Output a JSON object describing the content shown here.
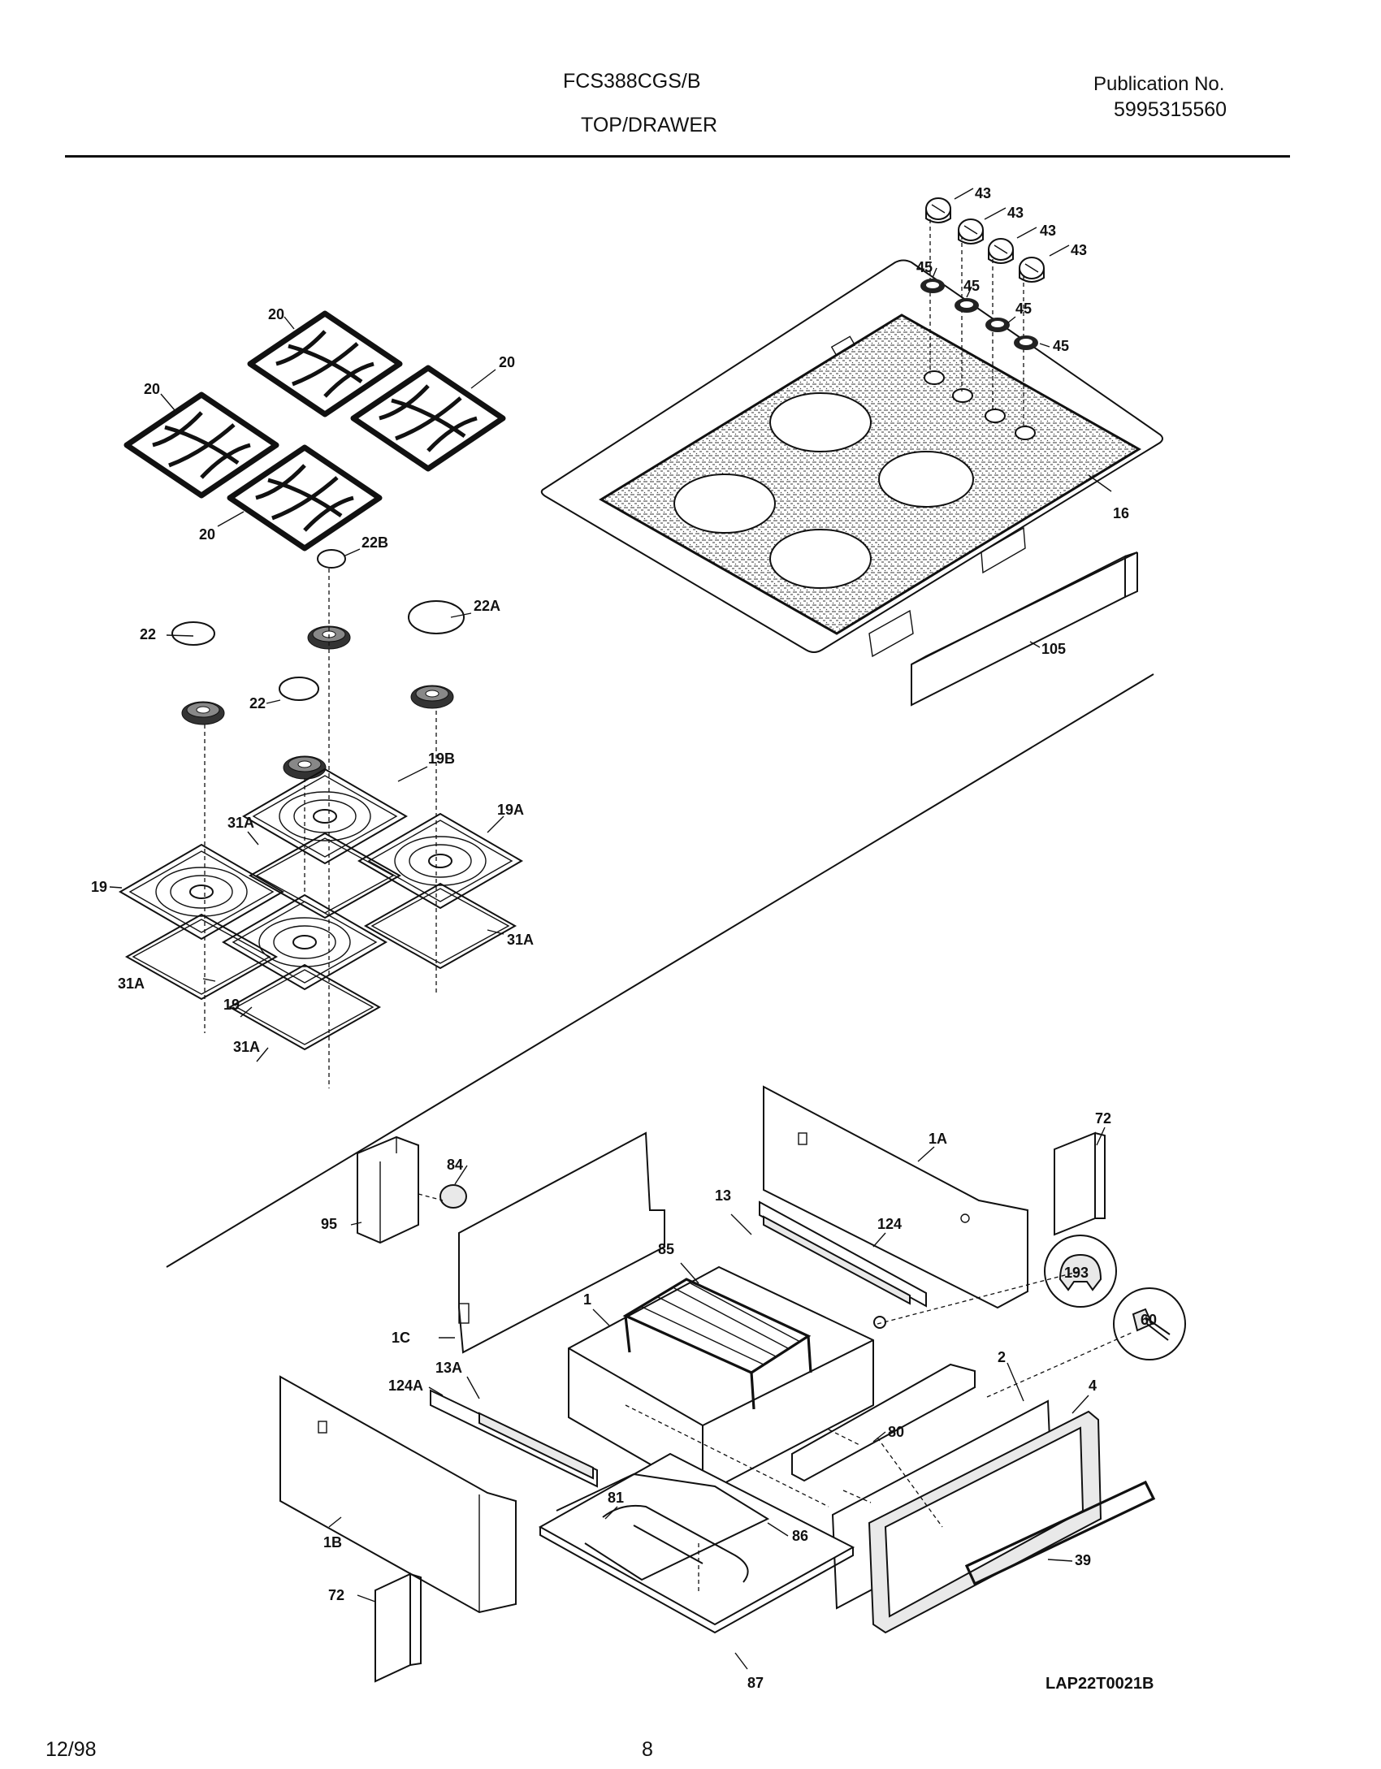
{
  "header": {
    "model": "FCS388CGS/B",
    "section": "TOP/DRAWER",
    "publication_label": "Publication No.",
    "publication_number": "5995315560"
  },
  "footer": {
    "date": "12/98",
    "page": "8",
    "drawing_code": "LAP22T0021B"
  },
  "callouts": {
    "c43a": "43",
    "c43b": "43",
    "c43c": "43",
    "c43d": "43",
    "c45a": "45",
    "c45b": "45",
    "c45c": "45",
    "c45d": "45",
    "c16": "16",
    "c105": "105",
    "c20a": "20",
    "c20b": "20",
    "c20c": "20",
    "c20d": "20",
    "c22B": "22B",
    "c22a": "22",
    "c22b": "22",
    "c22A": "22A",
    "c19B": "19B",
    "c19A": "19A",
    "c19a": "19",
    "c19b": "19",
    "c31Aa": "31A",
    "c31Ab": "31A",
    "c31Ac": "31A",
    "c31Ad": "31A",
    "c72a": "72",
    "c72b": "72",
    "c1A": "1A",
    "c84": "84",
    "c95": "95",
    "c13": "13",
    "c124": "124",
    "c85": "85",
    "c1": "1",
    "c1C": "1C",
    "c193": "193",
    "c60": "60",
    "c2": "2",
    "c4": "4",
    "c13A": "13A",
    "c124A": "124A",
    "c80": "80",
    "c81": "81",
    "c86": "86",
    "c1B": "1B",
    "c39": "39",
    "c87": "87"
  }
}
